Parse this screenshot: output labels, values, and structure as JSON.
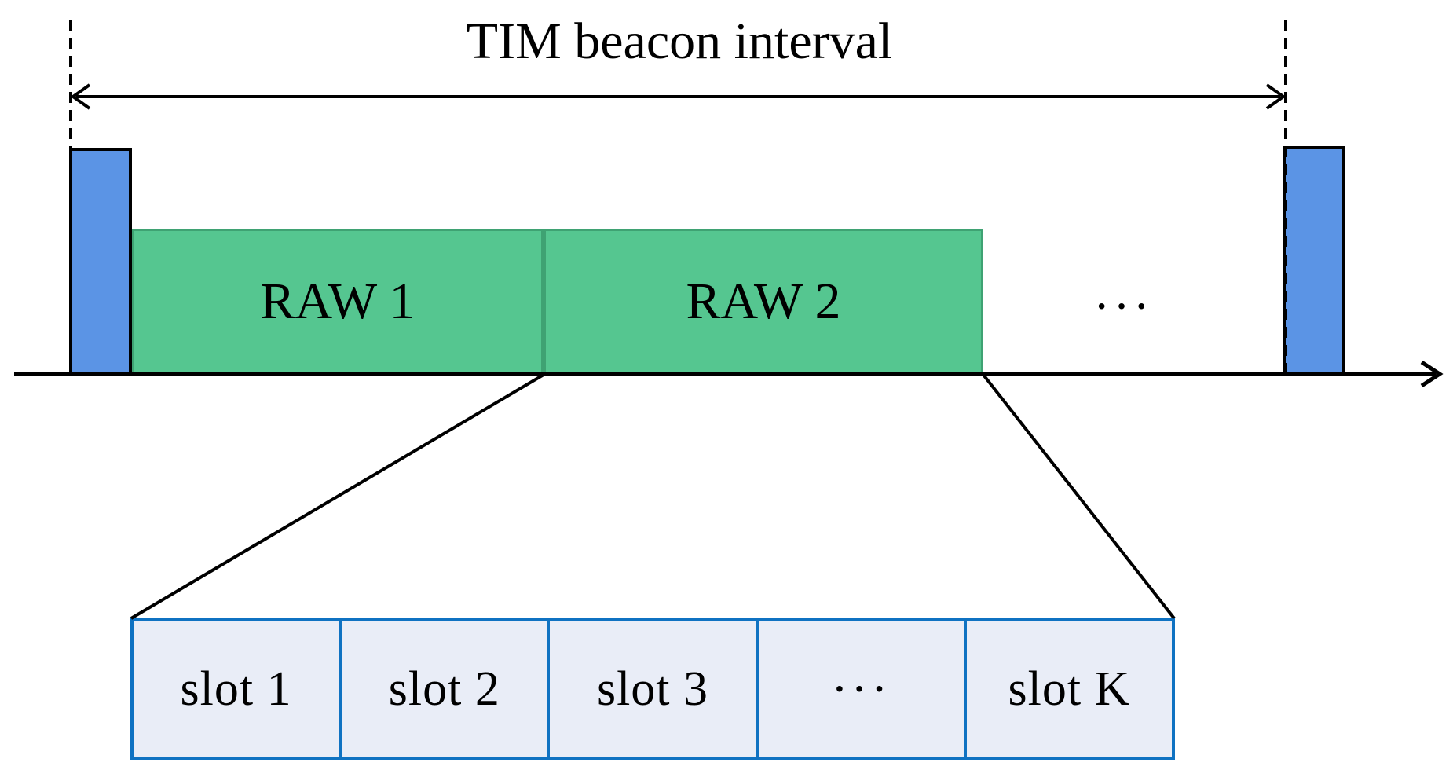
{
  "diagram": {
    "title": "TIM beacon interval",
    "raw_blocks": [
      {
        "label": "RAW 1"
      },
      {
        "label": "RAW 2"
      }
    ],
    "timeline_ellipsis": "···",
    "slots": [
      {
        "label": "slot 1"
      },
      {
        "label": "slot 2"
      },
      {
        "label": "slot 3"
      },
      {
        "label": "···"
      },
      {
        "label": "slot K"
      }
    ],
    "colors": {
      "beacon_fill": "#5B94E5",
      "raw_fill": "#55C690",
      "raw_border": "#3FA273",
      "slot_fill": "#E9EDF7",
      "slot_border": "#0F72C2",
      "line": "#000000"
    }
  }
}
